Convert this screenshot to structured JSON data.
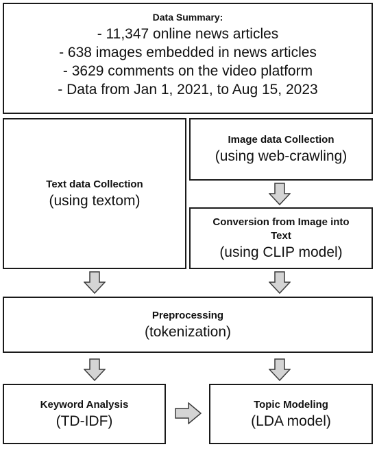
{
  "summary": {
    "title": "Data Summary:",
    "lines": [
      "- 11,347 online news articles",
      "- 638 images embedded in news articles",
      "- 3629 comments on the video platform",
      "- Data from Jan 1, 2021, to Aug 15, 2023"
    ]
  },
  "text_collection": {
    "title": "Text data Collection",
    "subtitle": "(using textom)"
  },
  "image_collection": {
    "title": "Image data Collection",
    "subtitle": "(using web-crawling)"
  },
  "conversion": {
    "title_line1": "Conversion from Image into",
    "title_line2": "Text",
    "subtitle": "(using CLIP model)"
  },
  "preprocessing": {
    "title": "Preprocessing",
    "subtitle": "(tokenization)"
  },
  "keyword": {
    "title": "Keyword Analysis",
    "subtitle": "(TD-IDF)"
  },
  "topic": {
    "title": "Topic Modeling",
    "subtitle": "(LDA model)"
  },
  "colors": {
    "border": "#1a1a1a",
    "arrow_fill": "#d4d4d4",
    "arrow_stroke": "#3a3a3a"
  }
}
